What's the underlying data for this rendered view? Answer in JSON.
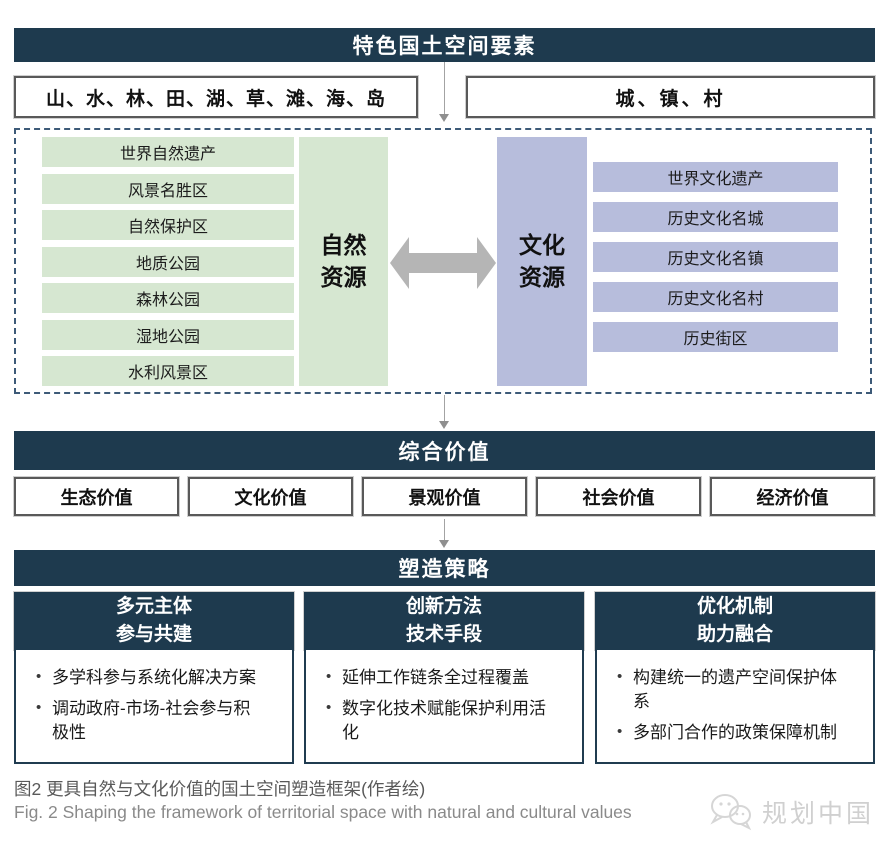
{
  "header": {
    "title": "特色国土空间要素"
  },
  "elements": {
    "natural": "山、水、林、田、湖、草、滩、海、岛",
    "settlement": "城、镇、村"
  },
  "resources": {
    "natural_label": "自然\n资源",
    "cultural_label": "文化\n资源",
    "natural_items": [
      "世界自然遗产",
      "风景名胜区",
      "自然保护区",
      "地质公园",
      "森林公园",
      "湿地公园",
      "水利风景区"
    ],
    "cultural_items": [
      "世界文化遗产",
      "历史文化名城",
      "历史文化名镇",
      "历史文化名村",
      "历史街区"
    ]
  },
  "values": {
    "title": "综合价值",
    "items": [
      "生态价值",
      "文化价值",
      "景观价值",
      "社会价值",
      "经济价值"
    ]
  },
  "strategies": {
    "title": "塑造策略",
    "columns": [
      {
        "heading": [
          "多元主体",
          "参与共建"
        ],
        "bullets": [
          "多学科参与系统化解决方案",
          "调动政府-市场-社会参与积极性"
        ]
      },
      {
        "heading": [
          "创新方法",
          "技术手段"
        ],
        "bullets": [
          "延伸工作链条全过程覆盖",
          "数字化技术赋能保护利用活化"
        ]
      },
      {
        "heading": [
          "优化机制",
          "助力融合"
        ],
        "bullets": [
          "构建统一的遗产空间保护体系",
          "多部门合作的政策保障机制"
        ]
      }
    ]
  },
  "caption": {
    "zh": "图2  更具自然与文化价值的国土空间塑造框架(作者绘)",
    "en": "Fig. 2  Shaping the framework of territorial space with natural and cultural values"
  },
  "watermark": {
    "text": "规划中国"
  },
  "colors": {
    "navy": "#1e3a4e",
    "green": "#d6e7d1",
    "purple": "#b7bddc",
    "arrow_gray": "#b5b5b5",
    "dashed_border": "#3d5a78",
    "box_border": "#595959"
  }
}
